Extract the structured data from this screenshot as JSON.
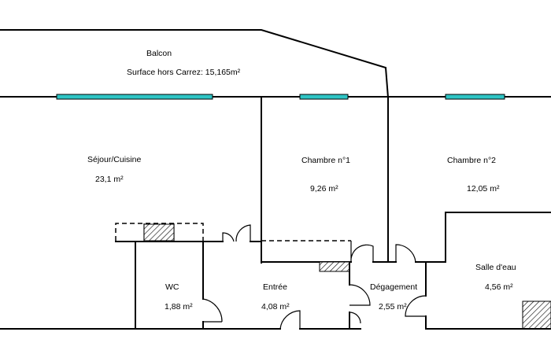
{
  "rooms": {
    "balcon": {
      "name": "Balcon",
      "note": "Surface hors Carrez: 15,165m²"
    },
    "sejour": {
      "name": "Séjour/Cuisine",
      "area": "23,1  m²"
    },
    "chambre1": {
      "name": "Chambre n°1",
      "area": "9,26  m²"
    },
    "chambre2": {
      "name": "Chambre n°2",
      "area": "12,05  m²"
    },
    "wc": {
      "name": "WC",
      "area": "1,88  m²"
    },
    "entree": {
      "name": "Entrée",
      "area": "4,08  m²"
    },
    "degagement": {
      "name": "Dégagement",
      "area": "2,55  m²"
    },
    "salle_eau": {
      "name": "Salle d'eau",
      "area": "4,56  m²"
    }
  },
  "colors": {
    "wall": "#000000",
    "window": "#2ec4c4",
    "background": "#ffffff"
  }
}
